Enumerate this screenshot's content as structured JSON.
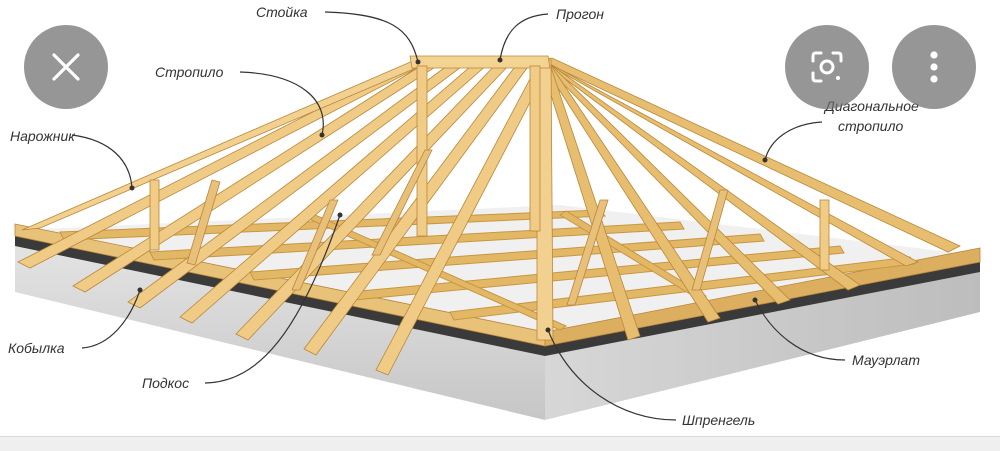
{
  "labels": {
    "stoyka": "Стойка",
    "progon": "Прогон",
    "stropilo": "Стропило",
    "diag_line1": "Диагональное",
    "diag_line2": "стропило",
    "narozhnik": "Нарожник",
    "kobylka": "Кобылка",
    "podkos": "Подкос",
    "mauerlat": "Мауэрлат",
    "shprengel": "Шпренгель"
  },
  "controls": {
    "close_icon": "close-icon",
    "lens_icon": "lens-icon",
    "menu_icon": "more-vertical-icon"
  },
  "colors": {
    "wood": "#e9c27a",
    "wood_dark": "#c9963f",
    "concrete": "#d5d5d5",
    "strip": "#3a3a3a",
    "overlay_button": "#6e6e6e"
  }
}
